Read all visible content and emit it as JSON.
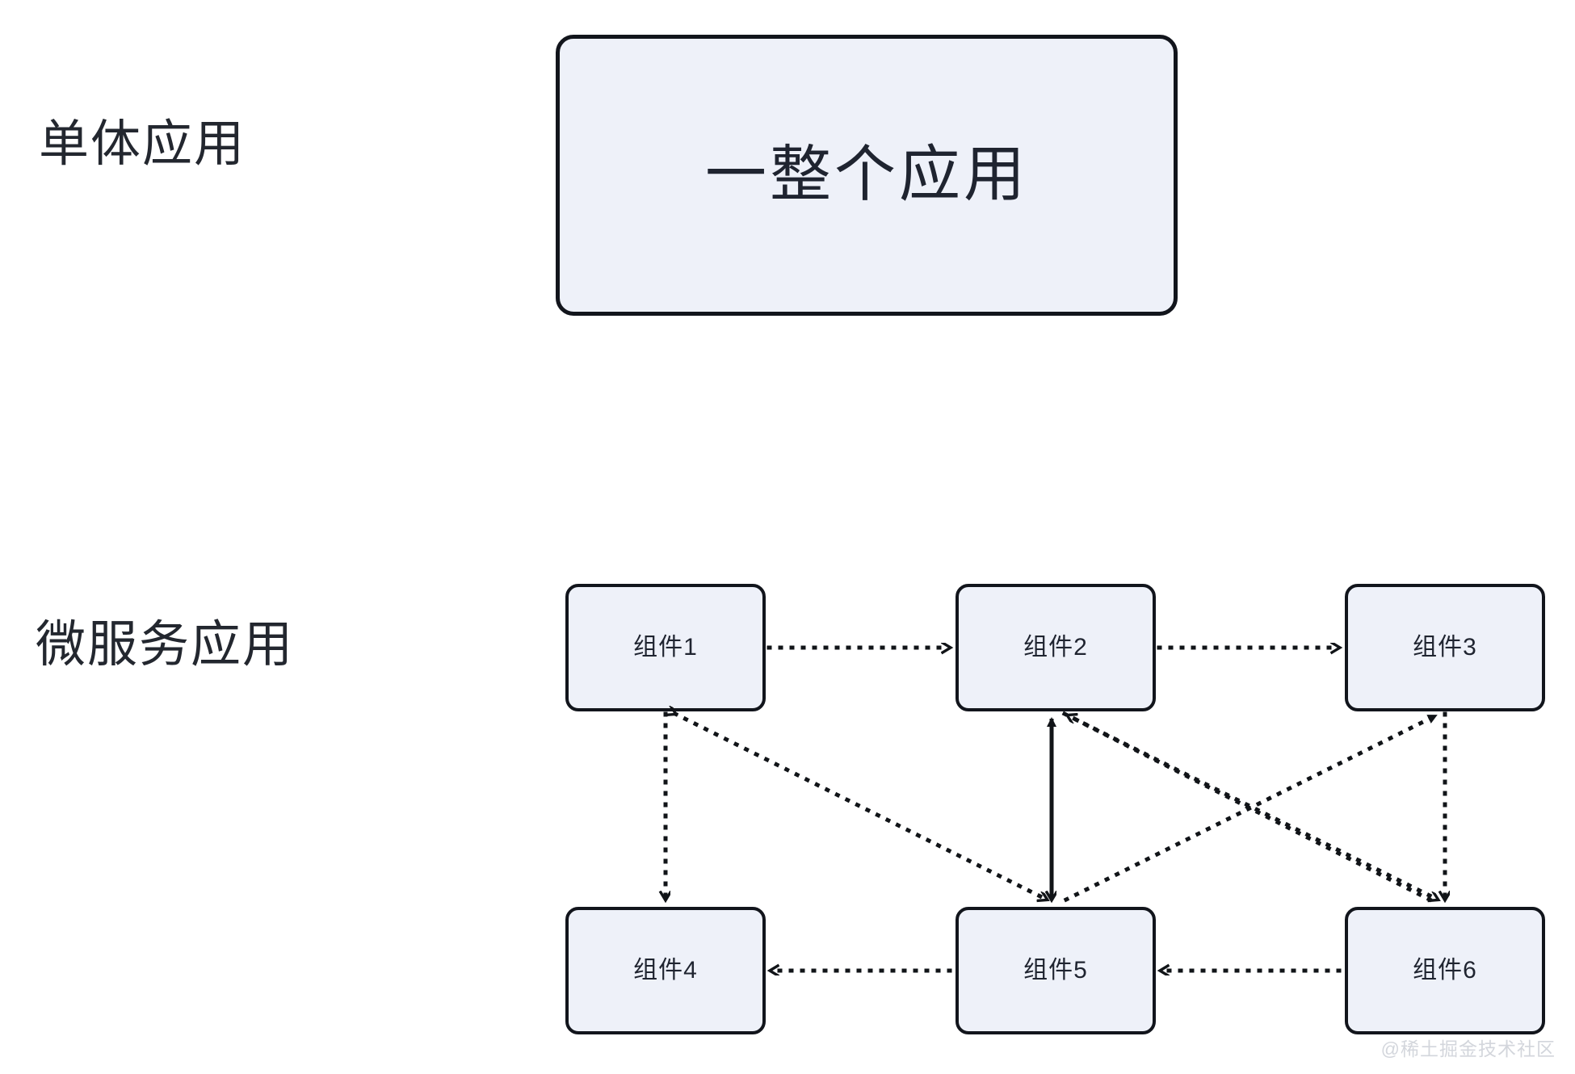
{
  "diagram": {
    "title_mono": "单体应用",
    "title_micro": "微服务应用",
    "mono": {
      "box_label": "一整个应用"
    },
    "micro": {
      "components": [
        {
          "id": "c1",
          "label": "组件1"
        },
        {
          "id": "c2",
          "label": "组件2"
        },
        {
          "id": "c3",
          "label": "组件3"
        },
        {
          "id": "c4",
          "label": "组件4"
        },
        {
          "id": "c5",
          "label": "组件5"
        },
        {
          "id": "c6",
          "label": "组件6"
        }
      ],
      "connections": [
        {
          "from": "组件1",
          "to": "组件2",
          "style": "dotted",
          "direction": "right"
        },
        {
          "from": "组件2",
          "to": "组件3",
          "style": "dotted",
          "direction": "right"
        },
        {
          "from": "组件1",
          "to": "组件4",
          "style": "dotted",
          "direction": "down"
        },
        {
          "from": "组件3",
          "to": "组件6",
          "style": "dotted",
          "direction": "down"
        },
        {
          "from": "组件5",
          "to": "组件4",
          "style": "dotted",
          "direction": "left"
        },
        {
          "from": "组件6",
          "to": "组件5",
          "style": "dotted",
          "direction": "left"
        },
        {
          "from": "组件1",
          "to": "组件5",
          "style": "dotted",
          "direction": "diagonal-down-right"
        },
        {
          "from": "组件5",
          "to": "组件1",
          "style": "dotted",
          "direction": "diagonal-up-left"
        },
        {
          "from": "组件2",
          "to": "组件6",
          "style": "dotted",
          "direction": "diagonal-down-right"
        },
        {
          "from": "组件5",
          "to": "组件3",
          "style": "dotted",
          "direction": "diagonal-up-right"
        },
        {
          "from": "组件6",
          "to": "组件2",
          "style": "dotted",
          "direction": "diagonal-up-left"
        },
        {
          "from": "组件2",
          "to": "组件5",
          "style": "solid",
          "direction": "bidirectional-vertical"
        }
      ]
    },
    "watermark": "@稀土掘金技术社区",
    "colors": {
      "node_fill": "#eef1f9",
      "node_border": "#12151c",
      "text": "#1f2430",
      "edge": "#111418",
      "background": "#ffffff",
      "watermark": "#d3d6dc"
    }
  }
}
